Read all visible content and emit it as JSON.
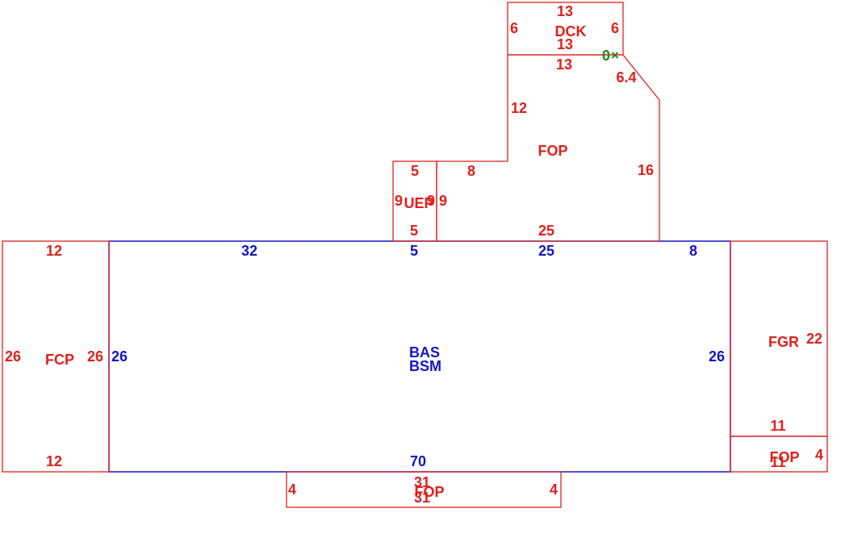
{
  "colors": {
    "addition": "#e0201c",
    "base": "#1414c8",
    "marker": "#1a8a1a"
  },
  "areas": {
    "fcp": {
      "code": "FCP",
      "dims": {
        "top": "12",
        "bottom": "12",
        "left": "26",
        "right": "26"
      }
    },
    "bas": {
      "code": "BAS",
      "code2": "BSM",
      "dims": {
        "top_left": "32",
        "top_mid": "5",
        "top_right": "25",
        "top_far": "8",
        "left": "26",
        "right": "26",
        "bottom": "70"
      }
    },
    "uep": {
      "code": "UEP",
      "dims": {
        "top": "5",
        "bottom": "5",
        "left": "9",
        "right": "9",
        "inner": "9"
      }
    },
    "fop_top": {
      "code": "FOP",
      "dims": {
        "top": "13",
        "left": "12",
        "step": "8",
        "diag": "6.4",
        "right": "16",
        "bottom": "25"
      }
    },
    "dck": {
      "code": "DCK",
      "dims": {
        "top": "13",
        "bottom": "13",
        "left": "6",
        "right": "6"
      }
    },
    "fgr": {
      "code": "FGR",
      "dims": {
        "right": "22",
        "bottom": "11"
      }
    },
    "fop_right": {
      "code": "FOP",
      "dims": {
        "right": "4",
        "bottom": "11"
      }
    },
    "fop_bottom": {
      "code": "FOP",
      "dims": {
        "top": "31",
        "bottom": "31",
        "left": "4",
        "right": "4"
      }
    }
  },
  "marker": {
    "value": "0",
    "symbol": "×"
  }
}
